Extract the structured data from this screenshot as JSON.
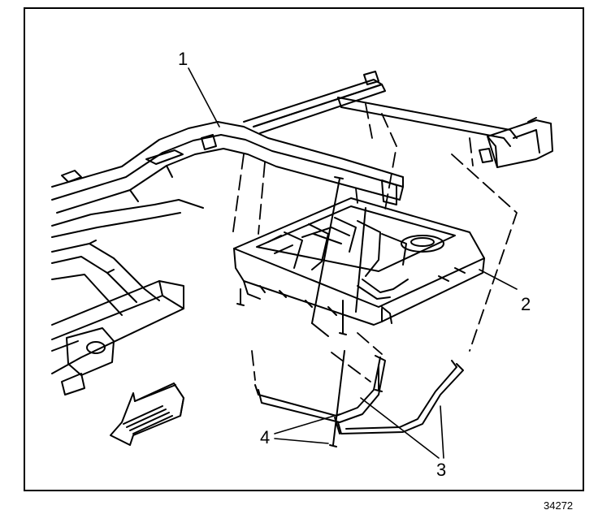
{
  "callouts": {
    "c1": "1",
    "c2": "2",
    "c3": "3",
    "c4": "4"
  },
  "figure_number": "34272",
  "colors": {
    "ink": "#000000",
    "paper": "#ffffff"
  }
}
